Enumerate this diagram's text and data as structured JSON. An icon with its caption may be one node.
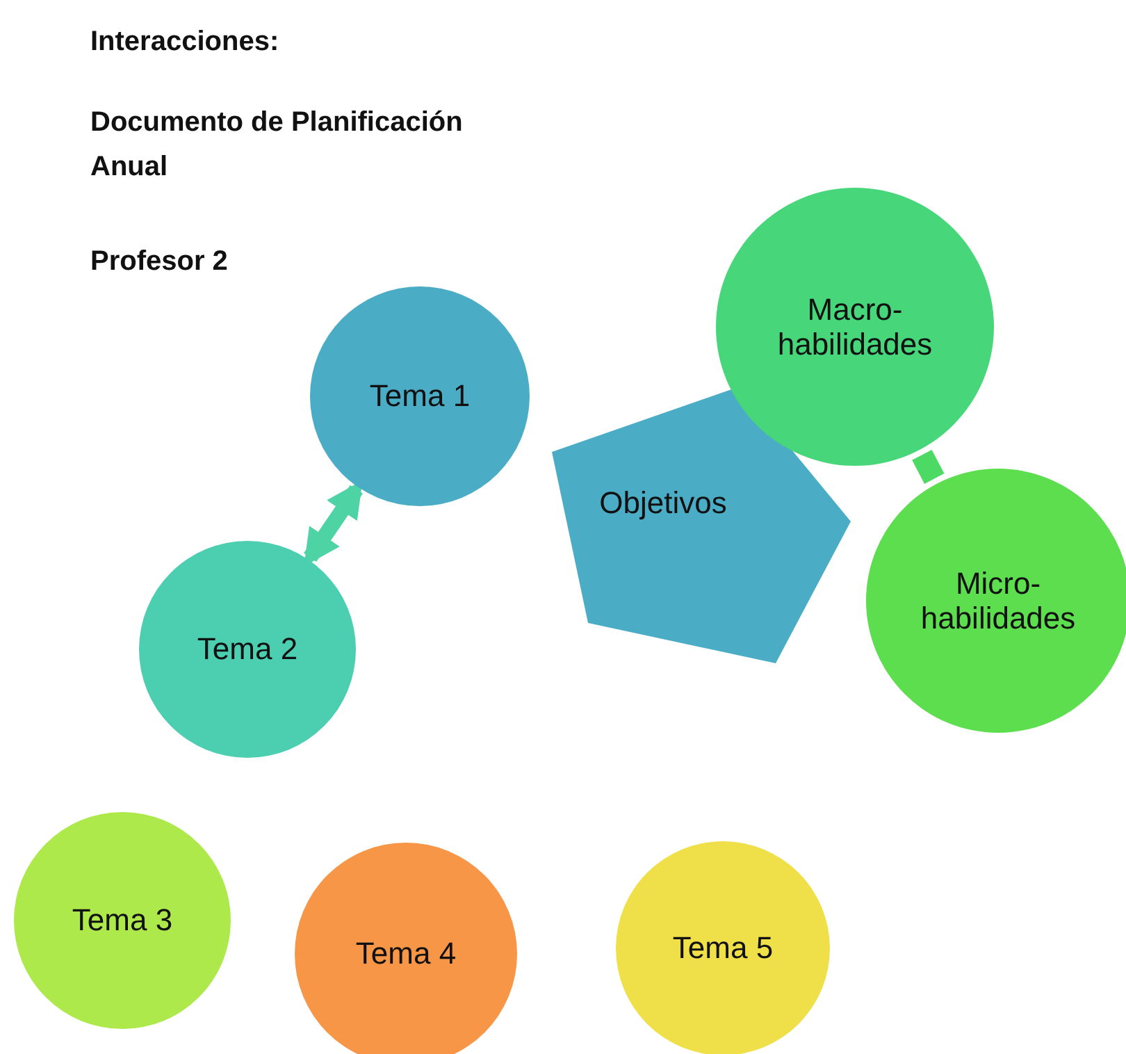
{
  "diagram": {
    "title": "Interacciones:",
    "nodes": [
      {
        "text": [
          "Tema 1"
        ]
      },
      {
        "text": [
          "Tema 2"
        ]
      },
      {
        "text": [
          "Objetivos"
        ]
      },
      {
        "text": [
          "Macro- habilidades"
        ]
      },
      {
        "text": [
          "Micro- habilidades"
        ]
      },
      {
        "text": [
          "Tema 3"
        ]
      },
      {
        "text": [
          "Tema 4"
        ]
      },
      {
        "text": [
          "Tema 5"
        ]
      }
    ],
    "edges": [
      {
        "from": 0,
        "to": 1,
        "arrow": "both",
        "color": "#4dd3a4"
      },
      {
        "from": 3,
        "to": 4,
        "arrow": "none",
        "color": "#4cd964"
      }
    ],
    "labels": [
      "Documento de Planificación Anual",
      "Profesor 2"
    ]
  }
}
